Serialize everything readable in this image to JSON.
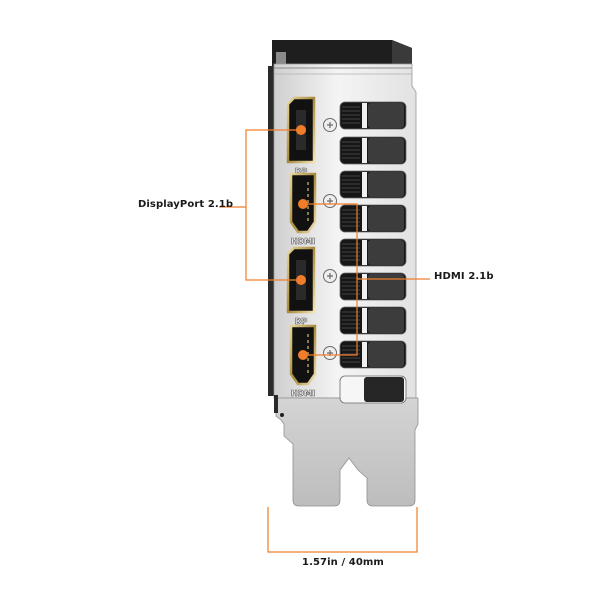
{
  "annotations": {
    "displayport_label": "DisplayPort 2.1b",
    "hdmi_label": "HDMI 2.1b",
    "dimension_label": "1.57in / 40mm"
  },
  "ports": [
    {
      "type": "DP",
      "silkscreen": "DP"
    },
    {
      "type": "HDMI",
      "silkscreen": "HDMI"
    },
    {
      "type": "DP",
      "silkscreen": "DP"
    },
    {
      "type": "HDMI",
      "silkscreen": "HDMI"
    }
  ],
  "colors": {
    "accent": "#f07d2a",
    "bracket": "#d9d9d9",
    "dark": "#1c1c1c",
    "text": "#1a1a1a"
  }
}
